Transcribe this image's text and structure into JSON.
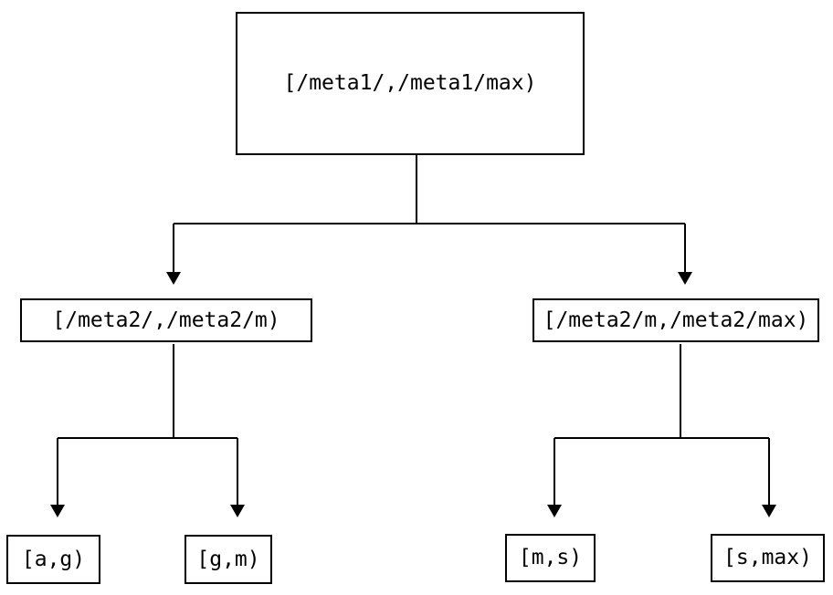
{
  "diagram": {
    "type": "tree",
    "nodes": {
      "root": {
        "label": "[/meta1/,/meta1/max)"
      },
      "meta2_low": {
        "label": "[/meta2/,/meta2/m)"
      },
      "meta2_high": {
        "label": "[/meta2/m,/meta2/max)"
      },
      "leaf_a_g": {
        "label": "[a,g)"
      },
      "leaf_g_m": {
        "label": "[g,m)"
      },
      "leaf_m_s": {
        "label": "[m,s)"
      },
      "leaf_s_max": {
        "label": "[s,max)"
      }
    },
    "edges": [
      {
        "from": "root",
        "to": "meta2_low"
      },
      {
        "from": "root",
        "to": "meta2_high"
      },
      {
        "from": "meta2_low",
        "to": "leaf_a_g"
      },
      {
        "from": "meta2_low",
        "to": "leaf_g_m"
      },
      {
        "from": "meta2_high",
        "to": "leaf_m_s"
      },
      {
        "from": "meta2_high",
        "to": "leaf_s_max"
      }
    ],
    "colors": {
      "line": "#000000",
      "node_border": "#000000",
      "node_fill": "#ffffff",
      "text": "#000000",
      "background": "#ffffff"
    }
  }
}
